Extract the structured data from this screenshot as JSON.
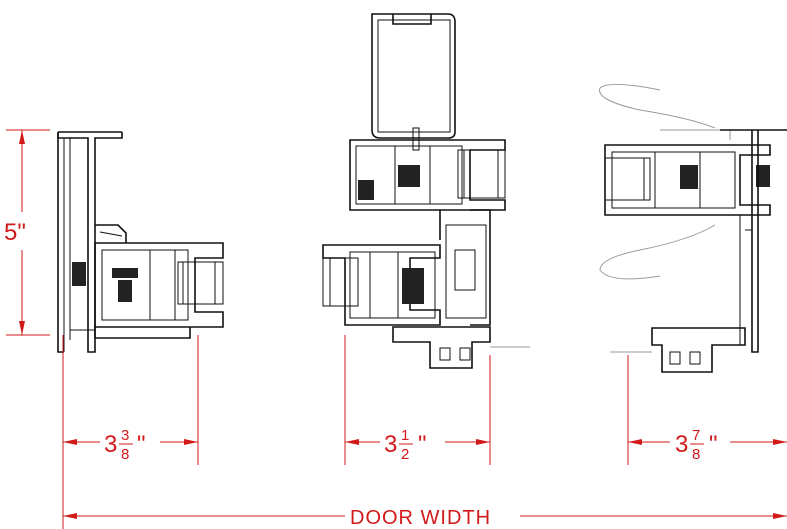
{
  "dimensions": {
    "height_whole": "5",
    "height_unit": "\"",
    "left_whole": "3",
    "left_num": "3",
    "left_den": "8",
    "left_unit": "\"",
    "mid_whole": "3",
    "mid_num": "1",
    "mid_den": "2",
    "mid_unit": "\"",
    "right_whole": "3",
    "right_num": "7",
    "right_den": "8",
    "right_unit": "\"",
    "overall_label": "DOOR WIDTH"
  },
  "colors": {
    "dimension": "#d11a1a",
    "linework": "#111111",
    "leader": "#9a9a9a"
  }
}
